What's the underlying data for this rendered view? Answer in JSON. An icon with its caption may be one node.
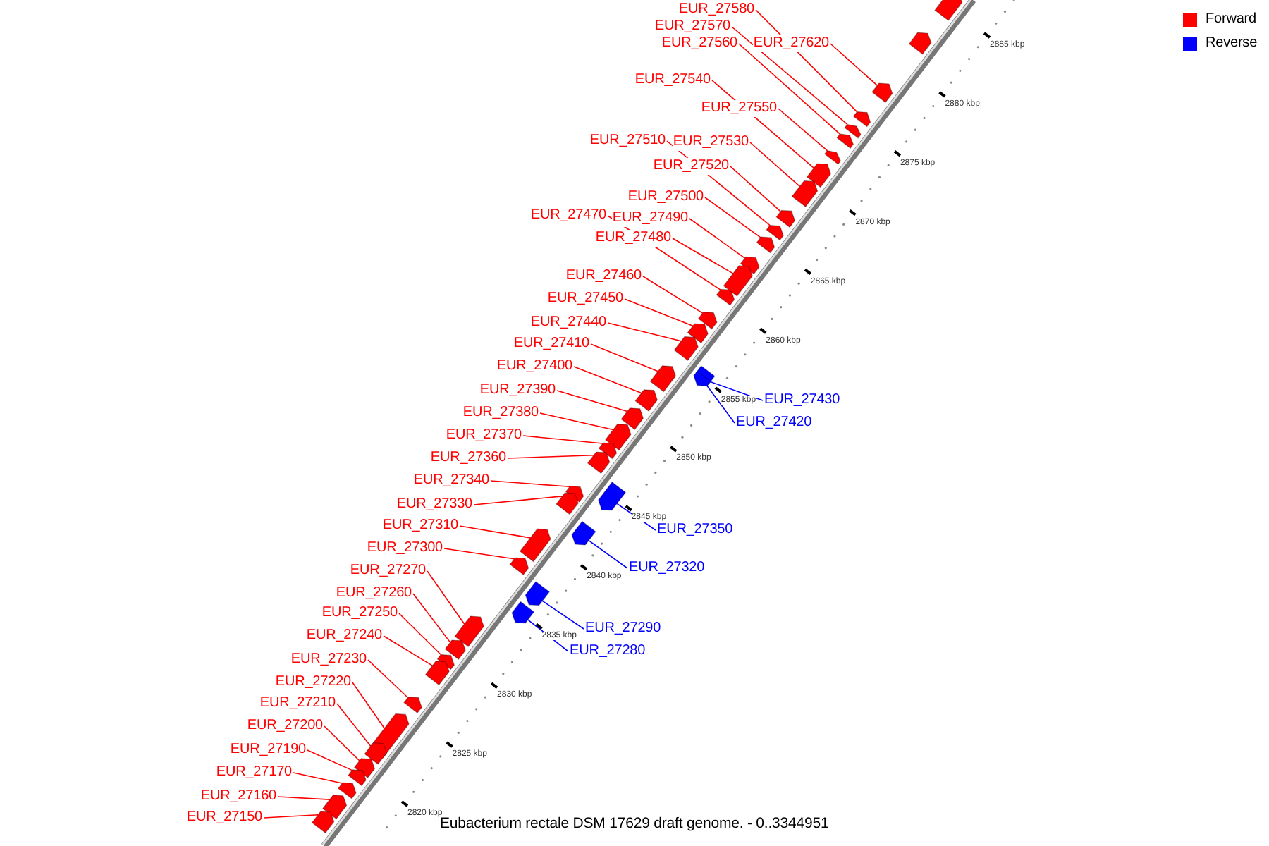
{
  "diagram": {
    "caption": "Eubacterium rectale DSM 17629 draft genome. - 0..3344951",
    "nodes": [
      {
        "text": [
          "EUR_27580"
        ]
      },
      {
        "text": [
          "EUR_27570"
        ]
      },
      {
        "text": [
          "EUR_27620"
        ]
      },
      {
        "text": [
          "EUR_27560"
        ]
      },
      {
        "text": [
          "EUR_27540"
        ]
      },
      {
        "text": [
          "EUR_27550"
        ]
      },
      {
        "text": [
          "EUR_27510"
        ]
      },
      {
        "text": [
          "EUR_27530"
        ]
      },
      {
        "text": [
          "EUR_27520"
        ]
      },
      {
        "text": [
          "EUR_27500"
        ]
      },
      {
        "text": [
          "EUR_27470"
        ]
      },
      {
        "text": [
          "EUR_27490"
        ]
      },
      {
        "text": [
          "EUR_27480"
        ]
      },
      {
        "text": [
          "EUR_27460"
        ]
      },
      {
        "text": [
          "EUR_27450"
        ]
      },
      {
        "text": [
          "EUR_27440"
        ]
      },
      {
        "text": [
          "EUR_27410"
        ]
      },
      {
        "text": [
          "EUR_27400"
        ]
      },
      {
        "text": [
          "EUR_27390"
        ]
      },
      {
        "text": [
          "EUR_27430"
        ]
      },
      {
        "text": [
          "EUR_27380"
        ]
      },
      {
        "text": [
          "EUR_27420"
        ]
      },
      {
        "text": [
          "EUR_27370"
        ]
      },
      {
        "text": [
          "EUR_27360"
        ]
      },
      {
        "text": [
          "EUR_27340"
        ]
      },
      {
        "text": [
          "EUR_27330"
        ]
      },
      {
        "text": [
          "EUR_27310"
        ]
      },
      {
        "text": [
          "EUR_27350"
        ]
      },
      {
        "text": [
          "EUR_27300"
        ]
      },
      {
        "text": [
          "EUR_27320"
        ]
      },
      {
        "text": [
          "EUR_27270"
        ]
      },
      {
        "text": [
          "EUR_27260"
        ]
      },
      {
        "text": [
          "EUR_27250"
        ]
      },
      {
        "text": [
          "EUR_27290"
        ]
      },
      {
        "text": [
          "EUR_27240"
        ]
      },
      {
        "text": [
          "EUR_27280"
        ]
      },
      {
        "text": [
          "EUR_27230"
        ]
      },
      {
        "text": [
          "EUR_27220"
        ]
      },
      {
        "text": [
          "EUR_27210"
        ]
      },
      {
        "text": [
          "EUR_27200"
        ]
      },
      {
        "text": [
          "EUR_27190"
        ]
      },
      {
        "text": [
          "EUR_27170"
        ]
      },
      {
        "text": [
          "EUR_27160"
        ]
      },
      {
        "text": [
          "EUR_27150"
        ]
      },
      {
        "text": [],
        "shape": "bar"
      },
      {
        "text": [],
        "shape": "bar"
      },
      {
        "text": [],
        "shape": "bar"
      },
      {
        "text": [],
        "shape": "bar"
      },
      {
        "text": [],
        "shape": "bar"
      },
      {
        "text": [],
        "shape": "bar"
      },
      {
        "text": [],
        "shape": "bar"
      },
      {
        "text": [],
        "shape": "bar"
      },
      {
        "text": [],
        "shape": "bar"
      },
      {
        "text": [],
        "shape": "bar"
      },
      {
        "text": [],
        "shape": "bar"
      },
      {
        "text": [],
        "shape": "bar"
      },
      {
        "text": [],
        "shape": "bar"
      },
      {
        "text": [],
        "shape": "bar"
      },
      {
        "text": [],
        "shape": "bar"
      },
      {
        "text": [],
        "shape": "bar"
      },
      {
        "text": [],
        "shape": "bar"
      },
      {
        "text": [],
        "shape": "bar"
      },
      {
        "text": [],
        "shape": "bar"
      },
      {
        "text": [],
        "shape": "bar"
      },
      {
        "text": [],
        "shape": "bar"
      },
      {
        "text": [],
        "shape": "bar"
      },
      {
        "text": [],
        "shape": "bar"
      },
      {
        "text": [],
        "shape": "bar"
      },
      {
        "text": [],
        "shape": "bar"
      },
      {
        "text": [],
        "shape": "bar"
      },
      {
        "text": [],
        "shape": "bar"
      },
      {
        "text": [],
        "shape": "bar"
      },
      {
        "text": [],
        "shape": "bar"
      },
      {
        "text": [],
        "shape": "bar"
      },
      {
        "text": [],
        "shape": "bar"
      },
      {
        "text": [],
        "shape": "bar"
      },
      {
        "text": [],
        "shape": "bar"
      },
      {
        "text": [],
        "shape": "bar"
      },
      {
        "text": [],
        "shape": "bar"
      },
      {
        "text": [],
        "shape": "bar"
      },
      {
        "text": [],
        "shape": "bar"
      },
      {
        "text": [],
        "shape": "bar"
      },
      {
        "text": [],
        "shape": "bar"
      },
      {
        "text": [],
        "shape": "bar"
      },
      {
        "text": [],
        "shape": "bar"
      },
      {
        "text": [],
        "shape": "bar"
      },
      {
        "text": [],
        "shape": "bar"
      },
      {
        "text": [],
        "shape": "bar"
      },
      {
        "text": [],
        "shape": "bar"
      },
      {
        "text": [],
        "shape": "bar"
      }
    ],
    "edges": [
      {
        "from": 0,
        "to": 44,
        "arrow": "none"
      },
      {
        "from": 1,
        "to": 45,
        "arrow": "none"
      },
      {
        "from": 2,
        "to": 46,
        "arrow": "none"
      },
      {
        "from": 3,
        "to": 47,
        "arrow": "none"
      },
      {
        "from": 4,
        "to": 48,
        "arrow": "none"
      },
      {
        "from": 5,
        "to": 49,
        "arrow": "none"
      },
      {
        "from": 6,
        "to": 50,
        "arrow": "none"
      },
      {
        "from": 7,
        "to": 51,
        "arrow": "none"
      },
      {
        "from": 8,
        "to": 52,
        "arrow": "none"
      },
      {
        "from": 9,
        "to": 53,
        "arrow": "none"
      },
      {
        "from": 10,
        "to": 54,
        "arrow": "none"
      },
      {
        "from": 11,
        "to": 55,
        "arrow": "none"
      },
      {
        "from": 12,
        "to": 56,
        "arrow": "none"
      },
      {
        "from": 13,
        "to": 57,
        "arrow": "none"
      },
      {
        "from": 14,
        "to": 58,
        "arrow": "none"
      },
      {
        "from": 15,
        "to": 59,
        "arrow": "none"
      },
      {
        "from": 16,
        "to": 60,
        "arrow": "none"
      },
      {
        "from": 17,
        "to": 61,
        "arrow": "none"
      },
      {
        "from": 18,
        "to": 62,
        "arrow": "none"
      },
      {
        "from": 19,
        "to": 63,
        "arrow": "none",
        "color": "#0000ff"
      },
      {
        "from": 20,
        "to": 64,
        "arrow": "none"
      },
      {
        "from": 21,
        "to": 65,
        "arrow": "none",
        "color": "#0000ff"
      },
      {
        "from": 22,
        "to": 66,
        "arrow": "none"
      },
      {
        "from": 23,
        "to": 67,
        "arrow": "none"
      },
      {
        "from": 24,
        "to": 68,
        "arrow": "none"
      },
      {
        "from": 25,
        "to": 69,
        "arrow": "none"
      },
      {
        "from": 26,
        "to": 70,
        "arrow": "none"
      },
      {
        "from": 27,
        "to": 71,
        "arrow": "none",
        "color": "#0000ff"
      },
      {
        "from": 28,
        "to": 72,
        "arrow": "none"
      },
      {
        "from": 29,
        "to": 73,
        "arrow": "none",
        "color": "#0000ff"
      },
      {
        "from": 30,
        "to": 74,
        "arrow": "none"
      },
      {
        "from": 31,
        "to": 75,
        "arrow": "none"
      },
      {
        "from": 32,
        "to": 76,
        "arrow": "none"
      },
      {
        "from": 33,
        "to": 77,
        "arrow": "none",
        "color": "#0000ff"
      },
      {
        "from": 34,
        "to": 78,
        "arrow": "none"
      },
      {
        "from": 35,
        "to": 79,
        "arrow": "none",
        "color": "#0000ff"
      },
      {
        "from": 36,
        "to": 80,
        "arrow": "none"
      },
      {
        "from": 37,
        "to": 81,
        "arrow": "none"
      },
      {
        "from": 38,
        "to": 82,
        "arrow": "none"
      },
      {
        "from": 39,
        "to": 83,
        "arrow": "none"
      },
      {
        "from": 40,
        "to": 84,
        "arrow": "none"
      },
      {
        "from": 41,
        "to": 85,
        "arrow": "none"
      },
      {
        "from": 42,
        "to": 86,
        "arrow": "none"
      },
      {
        "from": 43,
        "to": 87,
        "arrow": "none"
      }
    ],
    "labels": [
      "2885 kbp",
      "2880 kbp",
      "2875 kbp",
      "2870 kbp",
      "2865 kbp",
      "2860 kbp",
      "2855 kbp",
      "2850 kbp",
      "2845 kbp",
      "2840 kbp",
      "2835 kbp",
      "2830 kbp",
      "2825 kbp",
      "2820 kbp"
    ],
    "legend": [
      {
        "text": "Forward",
        "color": "#ff0000"
      },
      {
        "text": "Reverse",
        "color": "#0000ff"
      }
    ]
  }
}
